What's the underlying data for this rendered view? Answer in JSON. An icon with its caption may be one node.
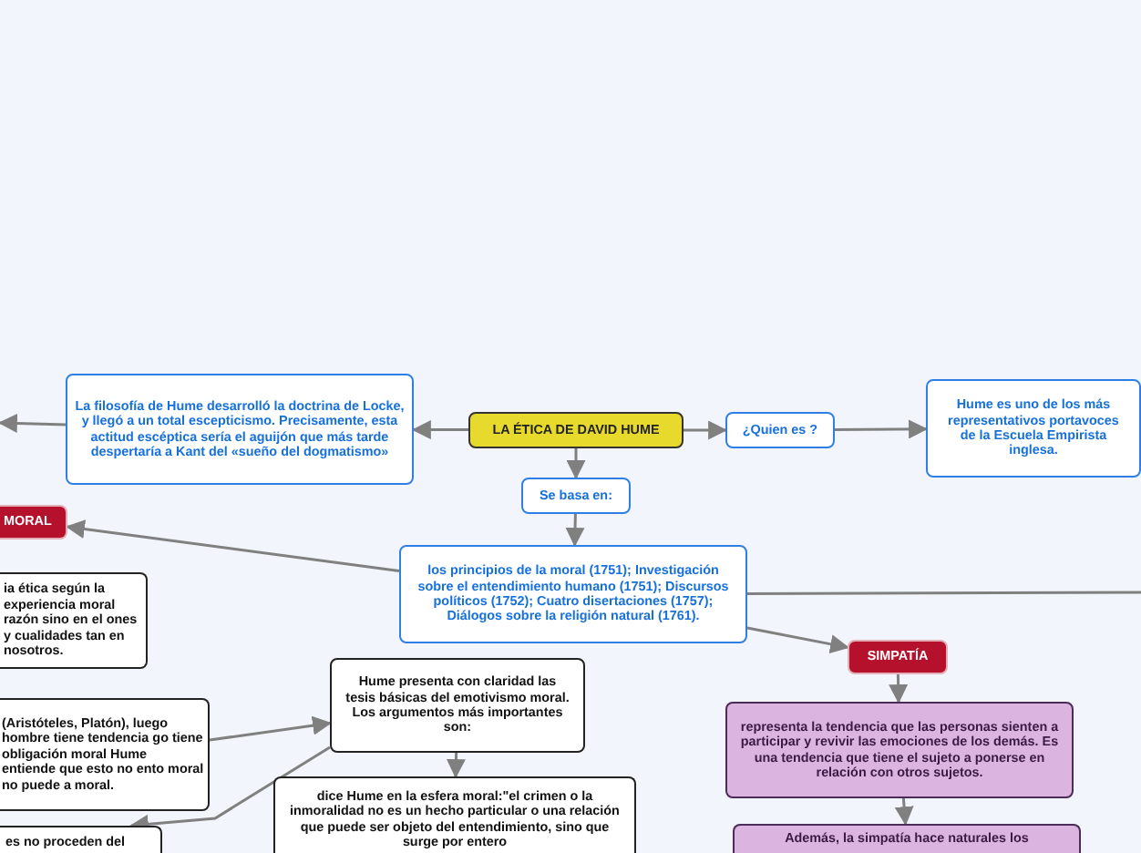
{
  "diagram": {
    "nodes": [
      {
        "text": [
          "LA ÉTICA DE DAVID HUME"
        ]
      },
      {
        "text": [
          "La filosofía de Hume desarrolló la doctrina de Locke, y llegó a un total escepticismo. Precisamente, esta actitud escéptica sería el aguijón que más tarde despertaría a Kant del «sueño del dogmatismo»"
        ]
      },
      {
        "text": [
          "¿Quien es ?"
        ]
      },
      {
        "text": [
          "Hume es uno de los más representativos portavoces de la Escuela Empirista inglesa."
        ]
      },
      {
        "text": [
          "Se basa en:"
        ]
      },
      {
        "text": [
          "los principios de la moral (1751); Investigación sobre el entendimiento humano (1751); Discursos políticos (1752); Cuatro disertaciones (1757); Diálogos sobre la religión natural (1761)."
        ]
      },
      {
        "text": [
          "MORAL"
        ]
      },
      {
        "text": [
          "ia ética según la experiencia moral razón sino en el ones y cualidades tan en nosotros."
        ]
      },
      {
        "text": [
          "(Aristóteles, Platón), luego hombre tiene tendencia go tiene obligación moral Hume entiende que esto no ento moral no puede a moral."
        ]
      },
      {
        "text": [
          "es no proceden del"
        ]
      },
      {
        "text": [
          "Hume presenta con claridad las tesis básicas del emotivismo moral. Los argumentos más importantes son:"
        ]
      },
      {
        "text": [
          "dice Hume en la esfera moral:\"el crimen o la inmoralidad no es un hecho particular o una relación que puede ser objeto del entendimiento, sino que surge por entero"
        ]
      },
      {
        "text": [
          "SIMPATÍA"
        ]
      },
      {
        "text": [
          "representa la tendencia que las personas sienten a participar y revivir las emociones de los demás. Es una tendencia que tiene el sujeto a ponerse en relación con otros sujetos."
        ]
      },
      {
        "text": [
          "Además, la simpatía hace naturales los"
        ]
      }
    ],
    "edges": [
      {
        "from": 0,
        "to": 1,
        "arrow": "to"
      },
      {
        "from": 0,
        "to": 2,
        "arrow": "to"
      },
      {
        "from": 2,
        "to": 3,
        "arrow": "to"
      },
      {
        "from": 0,
        "to": 4,
        "arrow": "to"
      },
      {
        "from": 4,
        "to": 5,
        "arrow": "to"
      },
      {
        "from": 1,
        "to": null,
        "arrow": "to"
      },
      {
        "from": 5,
        "to": 6,
        "arrow": "to"
      },
      {
        "from": 5,
        "to": null,
        "arrow": "none"
      },
      {
        "from": 5,
        "to": 12,
        "arrow": "to"
      },
      {
        "from": 8,
        "to": 10,
        "arrow": "to"
      },
      {
        "from": 10,
        "to": 9,
        "arrow": "to"
      },
      {
        "from": 10,
        "to": 11,
        "arrow": "to"
      },
      {
        "from": 12,
        "to": 13,
        "arrow": "to"
      },
      {
        "from": 13,
        "to": 14,
        "arrow": "to"
      }
    ]
  }
}
